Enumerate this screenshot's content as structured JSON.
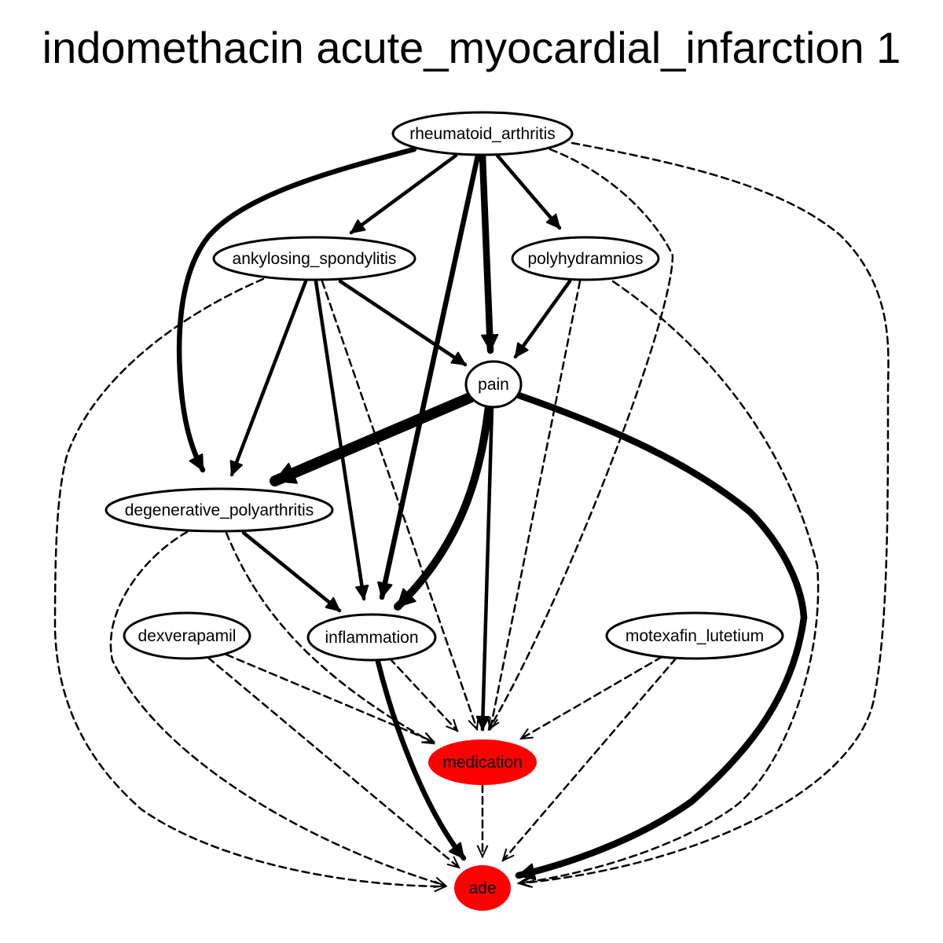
{
  "title": "indomethacin acute_myocardial_infarction 1",
  "colors": {
    "background": "#ffffff",
    "edge": "#000000",
    "node_stroke": "#000000",
    "node_fill": "#ffffff",
    "highlight_fill": "#ff0000"
  },
  "nodes": {
    "rheumatoid_arthritis": {
      "label": "rheumatoid_arthritis",
      "highlight": false
    },
    "ankylosing_spondylitis": {
      "label": "ankylosing_spondylitis",
      "highlight": false
    },
    "polyhydramnios": {
      "label": "polyhydramnios",
      "highlight": false
    },
    "pain": {
      "label": "pain",
      "highlight": false
    },
    "degenerative_polyarthritis": {
      "label": "degenerative_polyarthritis",
      "highlight": false
    },
    "dexverapamil": {
      "label": "dexverapamil",
      "highlight": false
    },
    "inflammation": {
      "label": "inflammation",
      "highlight": false
    },
    "motexafin_lutetium": {
      "label": "motexafin_lutetium",
      "highlight": false
    },
    "medication": {
      "label": "medication",
      "highlight": true
    },
    "ade": {
      "label": "ade",
      "highlight": true
    }
  },
  "edges": [
    {
      "from": "rheumatoid_arthritis",
      "to": "degenerative_polyarthritis",
      "style": "solid",
      "weight": 3
    },
    {
      "from": "rheumatoid_arthritis",
      "to": "ankylosing_spondylitis",
      "style": "solid",
      "weight": 2
    },
    {
      "from": "rheumatoid_arthritis",
      "to": "inflammation",
      "style": "solid",
      "weight": 3
    },
    {
      "from": "rheumatoid_arthritis",
      "to": "pain",
      "style": "solid",
      "weight": 4
    },
    {
      "from": "rheumatoid_arthritis",
      "to": "polyhydramnios",
      "style": "solid",
      "weight": 2
    },
    {
      "from": "rheumatoid_arthritis",
      "to": "medication",
      "style": "dashed",
      "weight": 1
    },
    {
      "from": "rheumatoid_arthritis",
      "to": "ade",
      "style": "dashed",
      "weight": 1
    },
    {
      "from": "ankylosing_spondylitis",
      "to": "degenerative_polyarthritis",
      "style": "solid",
      "weight": 2
    },
    {
      "from": "ankylosing_spondylitis",
      "to": "inflammation",
      "style": "solid",
      "weight": 2
    },
    {
      "from": "ankylosing_spondylitis",
      "to": "pain",
      "style": "solid",
      "weight": 2
    },
    {
      "from": "ankylosing_spondylitis",
      "to": "medication",
      "style": "dashed",
      "weight": 1
    },
    {
      "from": "ankylosing_spondylitis",
      "to": "ade",
      "style": "dashed",
      "weight": 1
    },
    {
      "from": "polyhydramnios",
      "to": "pain",
      "style": "solid",
      "weight": 2
    },
    {
      "from": "polyhydramnios",
      "to": "medication",
      "style": "dashed",
      "weight": 1
    },
    {
      "from": "polyhydramnios",
      "to": "ade",
      "style": "dashed",
      "weight": 1
    },
    {
      "from": "pain",
      "to": "degenerative_polyarthritis",
      "style": "solid",
      "weight": 6
    },
    {
      "from": "pain",
      "to": "inflammation",
      "style": "solid",
      "weight": 5
    },
    {
      "from": "pain",
      "to": "medication",
      "style": "solid",
      "weight": 2
    },
    {
      "from": "pain",
      "to": "ade",
      "style": "solid",
      "weight": 4
    },
    {
      "from": "degenerative_polyarthritis",
      "to": "inflammation",
      "style": "solid",
      "weight": 2
    },
    {
      "from": "degenerative_polyarthritis",
      "to": "medication",
      "style": "dashed",
      "weight": 1
    },
    {
      "from": "degenerative_polyarthritis",
      "to": "ade",
      "style": "dashed",
      "weight": 1
    },
    {
      "from": "dexverapamil",
      "to": "medication",
      "style": "dashed",
      "weight": 1
    },
    {
      "from": "dexverapamil",
      "to": "ade",
      "style": "dashed",
      "weight": 1
    },
    {
      "from": "inflammation",
      "to": "medication",
      "style": "dashed",
      "weight": 1
    },
    {
      "from": "inflammation",
      "to": "ade",
      "style": "solid",
      "weight": 3
    },
    {
      "from": "motexafin_lutetium",
      "to": "medication",
      "style": "dashed",
      "weight": 1
    },
    {
      "from": "motexafin_lutetium",
      "to": "ade",
      "style": "dashed",
      "weight": 1
    },
    {
      "from": "medication",
      "to": "ade",
      "style": "dashed",
      "weight": 1
    }
  ]
}
